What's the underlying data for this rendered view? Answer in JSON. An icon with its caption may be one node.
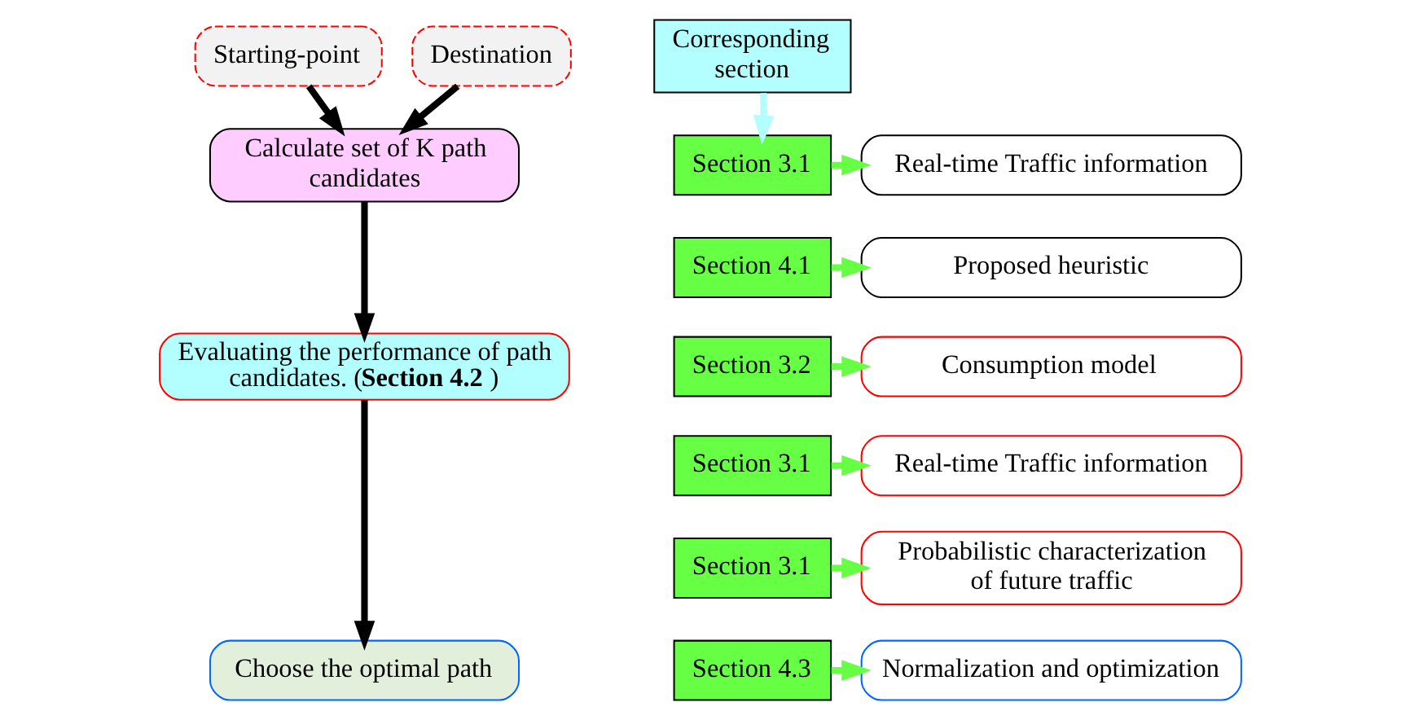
{
  "diagram": {
    "nodes": [
      {
        "text": [
          "Starting-point"
        ]
      },
      {
        "text": [
          "Destination"
        ]
      },
      {
        "text": [
          "Corresponding section"
        ]
      },
      {
        "text": [
          "Calculate set of K path candidates"
        ]
      },
      {
        "text": [
          "Real-time Traffic information"
        ]
      },
      {
        "text": [
          "Section 3.1"
        ]
      },
      {
        "text": [
          "Proposed heuristic"
        ]
      },
      {
        "text": [
          "Section 4.1"
        ]
      },
      {
        "text": [
          "Evaluating the performance of path candidates. (**Section 4.2** )"
        ]
      },
      {
        "text": [
          "Consumption model"
        ]
      },
      {
        "text": [
          "Section 3.2"
        ]
      },
      {
        "text": [
          "Real-time Traffic information"
        ]
      },
      {
        "text": [
          "Section 3.1"
        ]
      },
      {
        "text": [
          "Probabilistic characterization of future traffic"
        ]
      },
      {
        "text": [
          "Section 3.1"
        ]
      },
      {
        "text": [
          "Choose the optimal path"
        ]
      },
      {
        "text": [
          "Normalization and optimization"
        ]
      },
      {
        "text": [
          "Section 4.3"
        ]
      }
    ],
    "edges": [
      {
        "from": 0,
        "to": 3,
        "arrow": "to",
        "color": "#000000"
      },
      {
        "from": 1,
        "to": 3,
        "arrow": "to",
        "color": "#000000"
      },
      {
        "from": 3,
        "to": 8,
        "arrow": "to",
        "color": "#000000"
      },
      {
        "from": 8,
        "to": 15,
        "arrow": "to",
        "color": "#000000"
      },
      {
        "from": 2,
        "to": 5,
        "arrow": "to",
        "color": "#b3ffff"
      },
      {
        "from": 5,
        "to": 4,
        "arrow": "to"
      },
      {
        "from": 7,
        "to": 6,
        "arrow": "to"
      },
      {
        "from": 10,
        "to": 9,
        "arrow": "to"
      },
      {
        "from": 12,
        "to": 11,
        "arrow": "to"
      },
      {
        "from": 14,
        "to": 13,
        "arrow": "to"
      },
      {
        "from": 17,
        "to": 16,
        "arrow": "to"
      }
    ]
  }
}
